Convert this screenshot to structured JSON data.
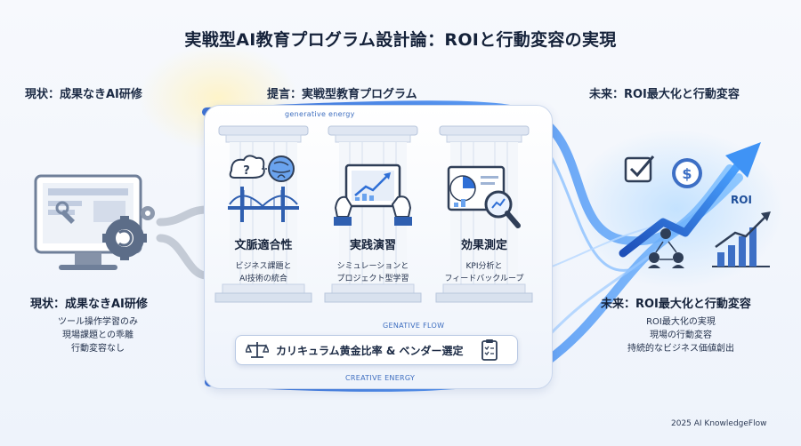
{
  "title": "実戦型AI教育プログラム設計論：ROIと行動変容の実現",
  "sections": {
    "left_heading": "現状：成果なきAI研修",
    "middle_heading": "提言：実戦型教育プログラム",
    "right_heading": "未来：ROI最大化と行動変容"
  },
  "left_summary": {
    "heading": "現状：成果なきAI研修",
    "lines": [
      "ツール操作学習のみ",
      "現場課題との乖離",
      "行動変容なし"
    ]
  },
  "pillars": [
    {
      "title": "文脈適合性",
      "lines": [
        "ビジネス課題と",
        "AI技術の統合"
      ],
      "icon": "brain-bridge-icon"
    },
    {
      "title": "実践演習",
      "lines": [
        "シミュレーションと",
        "プロジェクト型学習"
      ],
      "icon": "tablet-touch-icon"
    },
    {
      "title": "効果測定",
      "lines": [
        "KPI分析と",
        "フィードバックループ"
      ],
      "icon": "kpi-magnifier-icon"
    }
  ],
  "flow_labels": {
    "top": "generative energy",
    "pillar_base": "GENATIVE FLOW",
    "bottom": "CREATIVE ENERGY"
  },
  "foundation_bar": {
    "label": "カリキュラム黄金比率 & ベンダー選定"
  },
  "right_summary": {
    "heading": "未来：ROI最大化と行動変容",
    "lines": [
      "ROI最大化の実現",
      "現場の行動変容",
      "持続的なビジネス価値創出"
    ]
  },
  "roi_label": "ROI",
  "copyright": "2025 AI KnowledgeFlow",
  "colors": {
    "accent": "#2f6fd6",
    "dark_navy": "#1b2a44",
    "flow_blue": "#5aa0ff",
    "panel_border": "#c9d6ec"
  }
}
